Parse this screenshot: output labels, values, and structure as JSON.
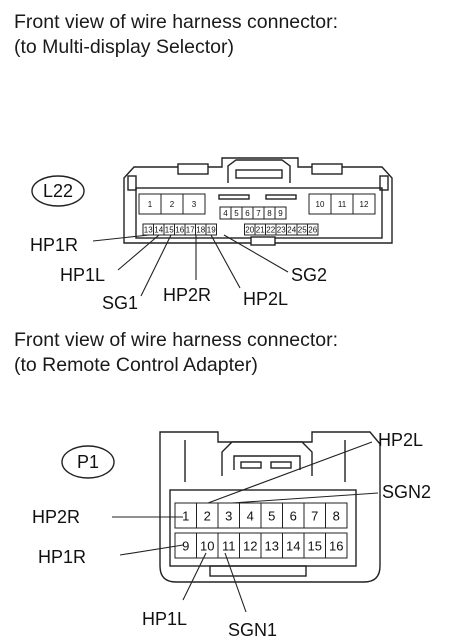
{
  "connector_l22": {
    "caption_line1": "Front view of wire harness connector:",
    "caption_line2": "(to Multi-display Selector)",
    "id": "L22",
    "pin_rows": [
      [
        "1",
        "2",
        "3",
        "10",
        "11",
        "12"
      ],
      [
        "4",
        "5",
        "6",
        "7",
        "8",
        "9"
      ],
      [
        "13",
        "14",
        "15",
        "16",
        "17",
        "18",
        "19",
        "20",
        "21",
        "22",
        "23",
        "24",
        "25",
        "26"
      ]
    ],
    "labels": {
      "hp1r": "HP1R",
      "hp1l": "HP1L",
      "sg1": "SG1",
      "hp2r": "HP2R",
      "hp2l": "HP2L",
      "sg2": "SG2"
    }
  },
  "connector_p1": {
    "caption_line1": "Front view of wire harness connector:",
    "caption_line2": "(to Remote Control Adapter)",
    "id": "P1",
    "pin_rows": [
      [
        "1",
        "2",
        "3",
        "4",
        "5",
        "6",
        "7",
        "8"
      ],
      [
        "9",
        "10",
        "11",
        "12",
        "13",
        "14",
        "15",
        "16"
      ]
    ],
    "labels": {
      "hp2r": "HP2R",
      "hp1r": "HP1R",
      "hp1l": "HP1L",
      "sgn1": "SGN1",
      "hp2l": "HP2L",
      "sgn2": "SGN2"
    }
  }
}
